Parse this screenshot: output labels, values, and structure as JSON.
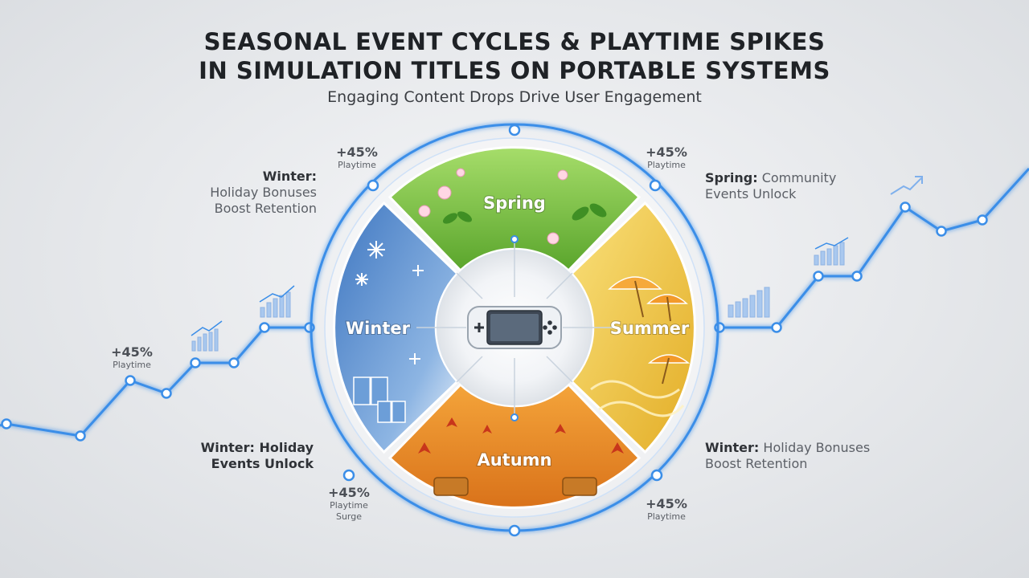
{
  "header": {
    "title_line1": "SEASONAL EVENT CYCLES & PLAYTIME SPIKES",
    "title_line2": "IN SIMULATION TITLES ON PORTABLE SYSTEMS",
    "subtitle": "Engaging Content Drops Drive User Engagement"
  },
  "wheel": {
    "center_icon": "handheld-console-icon",
    "segments": [
      {
        "key": "spring",
        "label": "Spring",
        "color": "#7cc242"
      },
      {
        "key": "summer",
        "label": "Summer",
        "color": "#f0c53a"
      },
      {
        "key": "autumn",
        "label": "Autumn",
        "color": "#e88a1e"
      },
      {
        "key": "winter",
        "label": "Winter",
        "color": "#5b8fce"
      }
    ]
  },
  "callouts": {
    "top_left": {
      "bold": "Winter:",
      "rest": "Holiday Bonuses Boost Retention"
    },
    "top_right": {
      "bold": "Spring:",
      "rest": "Community Events Unlock"
    },
    "bottom_left": {
      "bold": "Winter: Holiday",
      "rest": "Events Unlock"
    },
    "bottom_right": {
      "bold": "Winter:",
      "rest": "Holiday Bonuses Boost Retention"
    }
  },
  "stats": {
    "top_left": {
      "pct": "+45%",
      "label": "Playtime"
    },
    "top_right": {
      "pct": "+45%",
      "label": "Playtime"
    },
    "left_line": {
      "pct": "+45%",
      "label": "Playtime"
    },
    "bottom_left": {
      "pct": "+45%",
      "label": "Playtime",
      "label2": "Surge"
    },
    "bottom_right": {
      "pct": "+45%",
      "label": "Playtime"
    }
  },
  "colors": {
    "trend_line": "#3b8ee8",
    "ring": "#3b8ee8"
  }
}
